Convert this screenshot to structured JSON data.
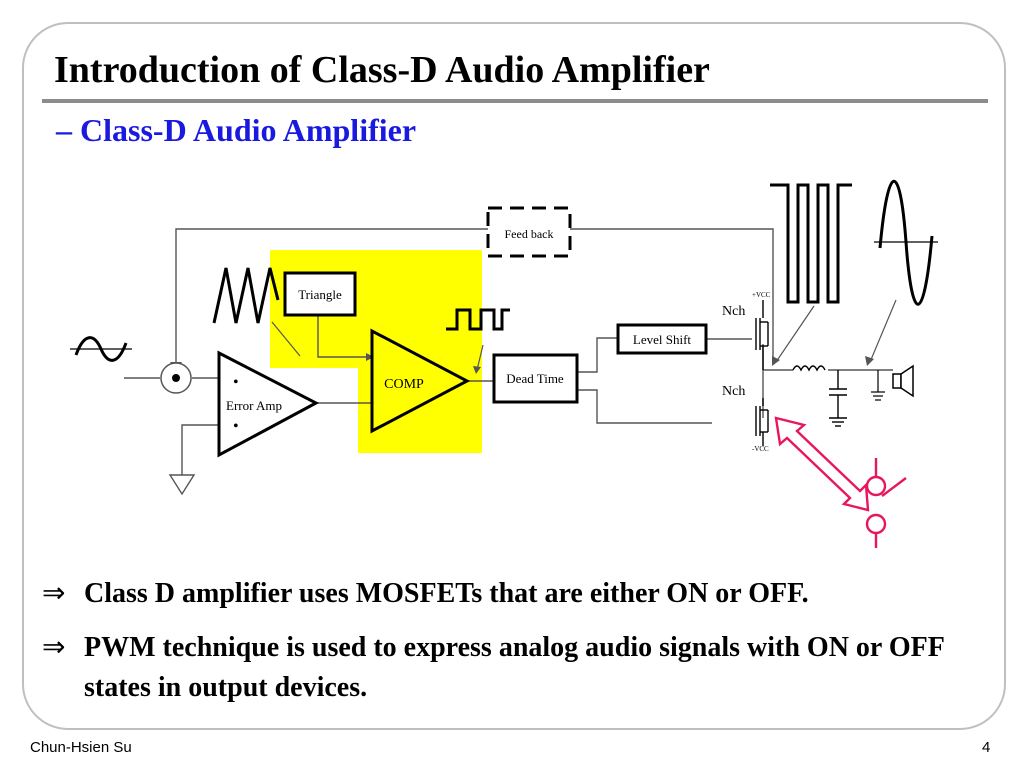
{
  "slide": {
    "title": "Introduction of Class-D Audio Amplifier",
    "subtitle": "– Class-D Audio Amplifier",
    "bullets": [
      {
        "arrow": "⇒",
        "text": "Class D amplifier uses MOSFETs that are either ON or OFF."
      },
      {
        "arrow": "⇒",
        "text": "PWM technique is used to express analog audio signals with ON or OFF states in output devices."
      }
    ],
    "footer": {
      "author": "Chun-Hsien Su",
      "page": "4"
    }
  },
  "diagram": {
    "blocks": {
      "feedback": "Feed back",
      "triangle": "Triangle",
      "comp": "COMP",
      "error_amp": "Error Amp",
      "dead_time": "Dead Time",
      "level_shift": "Level Shift"
    },
    "transistors": {
      "high_side": "Nch",
      "low_side": "Nch"
    },
    "supplies": {
      "positive": "+VCC",
      "negative": "-VCC"
    },
    "colors": {
      "highlight": "#ffff00",
      "switch_symbol": "#e8175d",
      "line": "#555555"
    }
  }
}
